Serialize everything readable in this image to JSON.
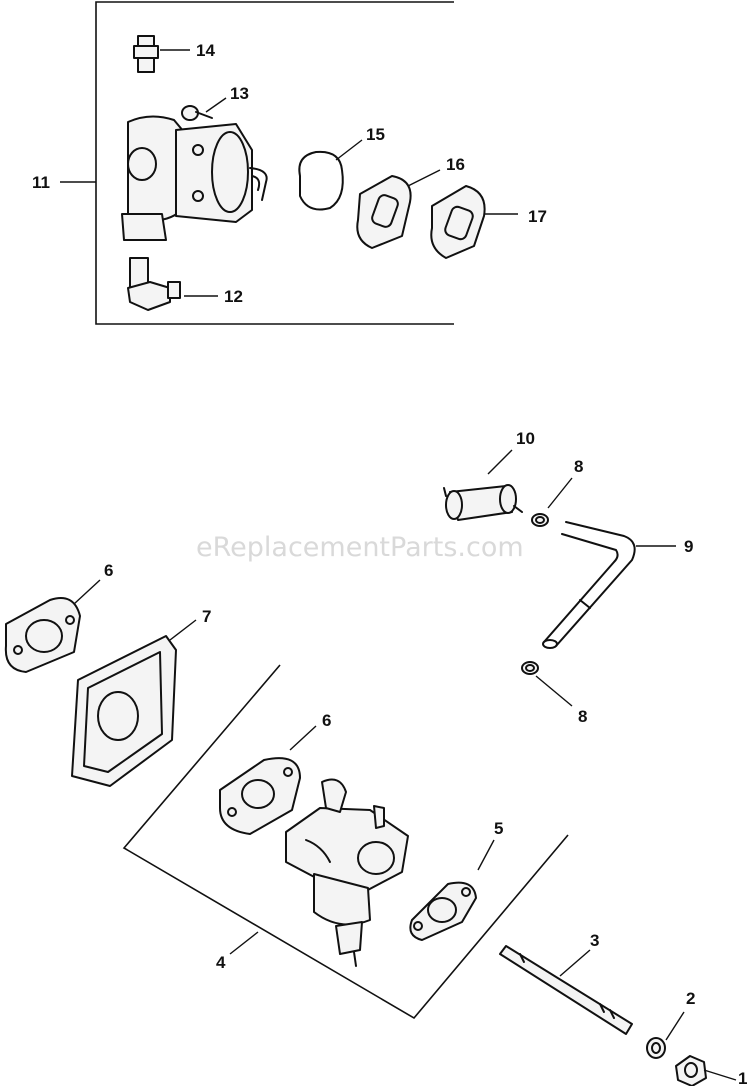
{
  "watermark": "eReplacementParts.com",
  "callouts": {
    "c1": "1",
    "c2": "2",
    "c3": "3",
    "c4": "4",
    "c5": "5",
    "c6a": "6",
    "c6b": "6",
    "c7": "7",
    "c8a": "8",
    "c8b": "8",
    "c9": "9",
    "c10": "10",
    "c11": "11",
    "c12": "12",
    "c13": "13",
    "c14": "14",
    "c15": "15",
    "c16": "16",
    "c17": "17"
  }
}
